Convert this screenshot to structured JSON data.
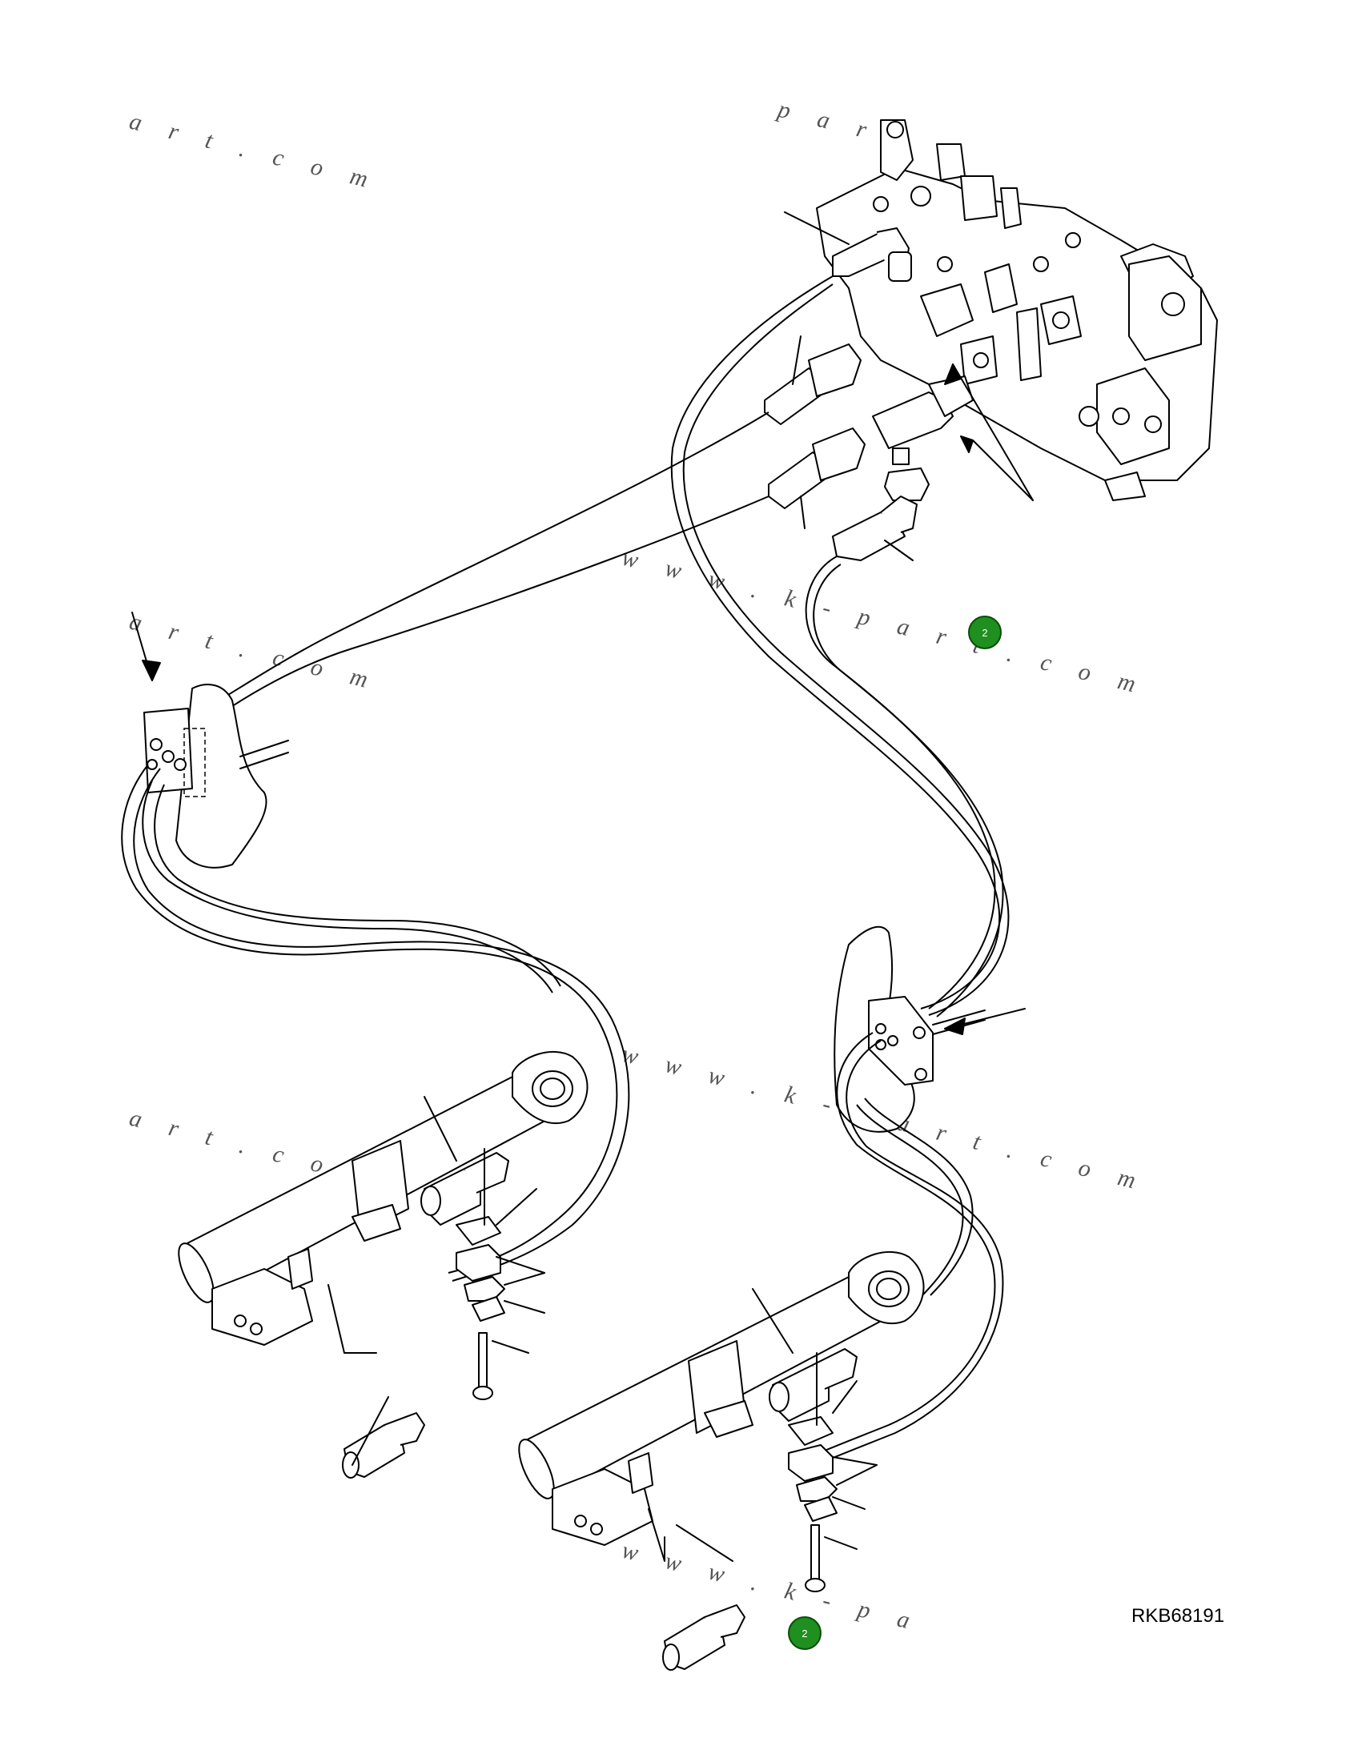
{
  "drawing_ref": "RKB68191",
  "markers": [
    {
      "label": "2"
    },
    {
      "label": "2"
    }
  ],
  "watermarks": [
    "a r t . c o m",
    "p a r t",
    "a r t . c o m",
    "w w w . k - p a r t . c o m",
    "a r t . c o m",
    "w w w . k - p a r t . c o m",
    "w w w . k - p a"
  ],
  "colors": {
    "line": "#000000",
    "marker": "#1f8f1f",
    "watermark": "#555555"
  }
}
